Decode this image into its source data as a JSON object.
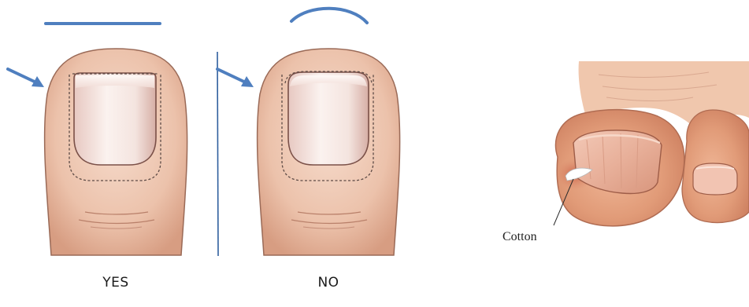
{
  "panels": {
    "left_caption": "YES",
    "middle_caption": "NO",
    "right_label": "Cotton"
  },
  "colors": {
    "marker_blue": "#4f7fbf",
    "skin_light": "#f3d2bf",
    "skin_mid": "#e2ab8f",
    "skin_dark": "#b9735a",
    "nail_white": "#f8ece8",
    "nail_shade": "#d8b3ab",
    "outline": "#8b5d4c"
  }
}
